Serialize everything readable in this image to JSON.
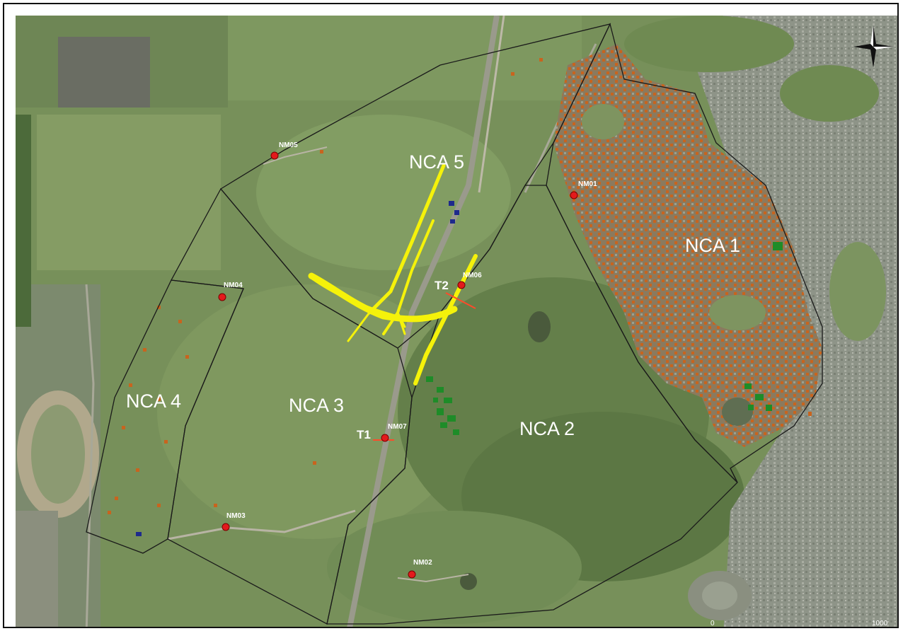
{
  "map": {
    "nca_labels": [
      "NCA 5",
      "NCA 1",
      "NCA 4",
      "NCA 3",
      "NCA 2"
    ],
    "monitors": [
      "NM05",
      "NM01",
      "NM06",
      "NM04",
      "NM07",
      "NM03",
      "NM02"
    ],
    "transect_labels": [
      "T2",
      "T1"
    ],
    "scale": {
      "start": "0",
      "end": "1000"
    },
    "colors": {
      "boundary": "#1a1a1a",
      "monitor_point": "#e31a1c",
      "road_proposal": "#f5f20a",
      "transect": "#ff4a2a",
      "residential": "#c8641e",
      "commercial": "#1e8c28",
      "industrial": "#1e2a8c"
    },
    "icons": [
      "north-arrow-icon"
    ]
  }
}
